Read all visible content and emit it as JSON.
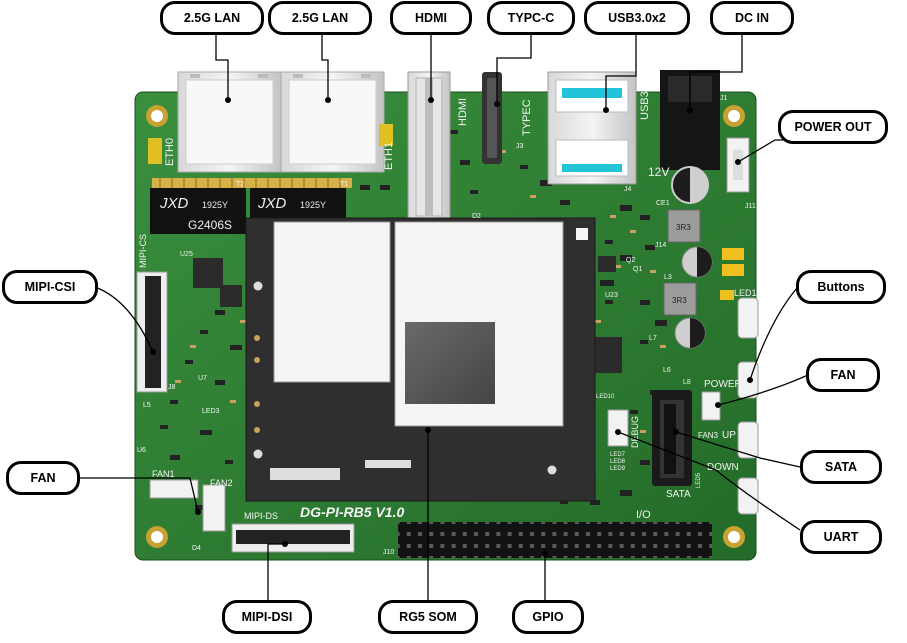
{
  "callouts": {
    "lan1": "2.5G LAN",
    "lan2": "2.5G LAN",
    "hdmi": "HDMI",
    "typec": "TYPC-C",
    "usb": "USB3.0x2",
    "dcin": "DC IN",
    "power_out": "POWER OUT",
    "mipi_csi": "MIPI-CSI",
    "buttons": "Buttons",
    "fan_right": "FAN",
    "fan_left": "FAN",
    "sata": "SATA",
    "uart": "UART",
    "mipi_dsi": "MIPI-DSI",
    "rg5_som": "RG5 SOM",
    "gpio": "GPIO"
  },
  "silkscreen": {
    "eth0": "ETH0",
    "eth1": "ETH1",
    "hdmi": "HDMI",
    "typec": "TYPEC",
    "usb3": "USB3",
    "v12": "12V",
    "mipi_cs": "MIPI-CS",
    "fan1": "FAN1",
    "fan2": "FAN2",
    "mipi_ds": "MIPI-DS",
    "board_name": "DG-PI-RB5 V1.0",
    "io": "I/O",
    "debug": "DEBUG",
    "sata": "SATA",
    "power": "POWER",
    "up": "UP",
    "down": "DOWN",
    "fan3": "FAN3",
    "led1": "LED1",
    "led3": "LED3",
    "j10": "J10",
    "inductor1": "3R3",
    "inductor2": "3R3",
    "u25": "U25",
    "u23": "U23",
    "j1": "J1",
    "j3": "J3",
    "j4": "J4",
    "j11": "J11",
    "j14": "J14",
    "j8": "J8",
    "q1": "Q1",
    "l3": "L3",
    "ce1": "CE1",
    "t1": "T1",
    "t2": "T2",
    "u7": "U7",
    "u6": "U6",
    "q2": "Q2",
    "l5": "L5",
    "d2": "D2",
    "d4": "D4",
    "l7": "L7",
    "l6": "L6",
    "l8": "L8",
    "led5": "LED5",
    "led7": "LED7",
    "led8": "LED8",
    "led9": "LED9",
    "led10": "LED10"
  },
  "transformers": {
    "brand1": "JXD",
    "code1": "1925Y",
    "brand2": "JXD",
    "code2": "1925Y",
    "part": "G2406S"
  },
  "colors": {
    "pcb_green": "#2e7d32",
    "label_border": "#000000",
    "som_shield": "#37474f",
    "header_pins": "#1a1a1a"
  }
}
